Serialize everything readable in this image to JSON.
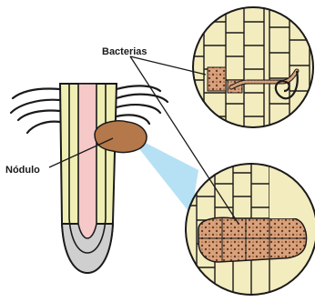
{
  "labels": {
    "bacteria": "Bacterias",
    "nodule": "Nódulo"
  },
  "colors": {
    "cell_fill": "#f3ecbe",
    "cortex_fill": "#efefb3",
    "vascular_fill": "#f5c9c8",
    "cap_fill": "#cfcfcf",
    "nodule_fill": "#b5784a",
    "bacteria_fill": "#d9a27c",
    "beam_fill": "#a9dcf2",
    "outline": "#1a1a1a",
    "text": "#1a1a1a"
  },
  "icons": {
    "top_circle": "infection-thread-magnified",
    "bottom_circle": "nodule-cells-magnified"
  }
}
